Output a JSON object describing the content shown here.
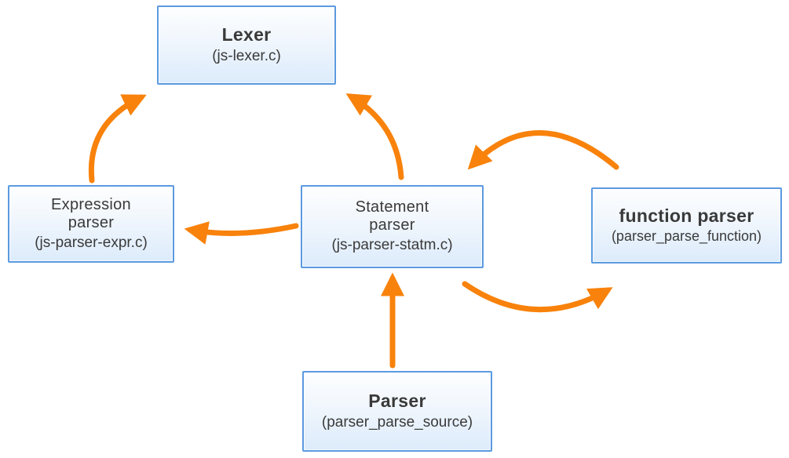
{
  "colors": {
    "arrow": "#f8820b",
    "box_border": "#5b9ae0",
    "box_fill_top": "#fdfeff",
    "box_fill_bottom": "#dcebfb",
    "text": "#3a3a3a"
  },
  "nodes": {
    "lexer": {
      "title": "Lexer",
      "subtitle": "(js-lexer.c)"
    },
    "expression_parser": {
      "title": "Expression\nparser",
      "subtitle": "(js-parser-expr.c)"
    },
    "statement_parser": {
      "title": "Statement\nparser",
      "subtitle": "(js-parser-statm.c)"
    },
    "function_parser": {
      "title": "function parser",
      "subtitle": "(parser_parse_function)"
    },
    "parser": {
      "title": "Parser",
      "subtitle": "(parser_parse_source)"
    }
  },
  "edges": [
    {
      "from": "expression-parser",
      "to": "lexer"
    },
    {
      "from": "statement-parser",
      "to": "lexer"
    },
    {
      "from": "statement-parser",
      "to": "expression-parser"
    },
    {
      "from": "function-parser",
      "to": "statement-parser"
    },
    {
      "from": "statement-parser",
      "to": "function-parser"
    },
    {
      "from": "parser",
      "to": "statement-parser"
    }
  ]
}
